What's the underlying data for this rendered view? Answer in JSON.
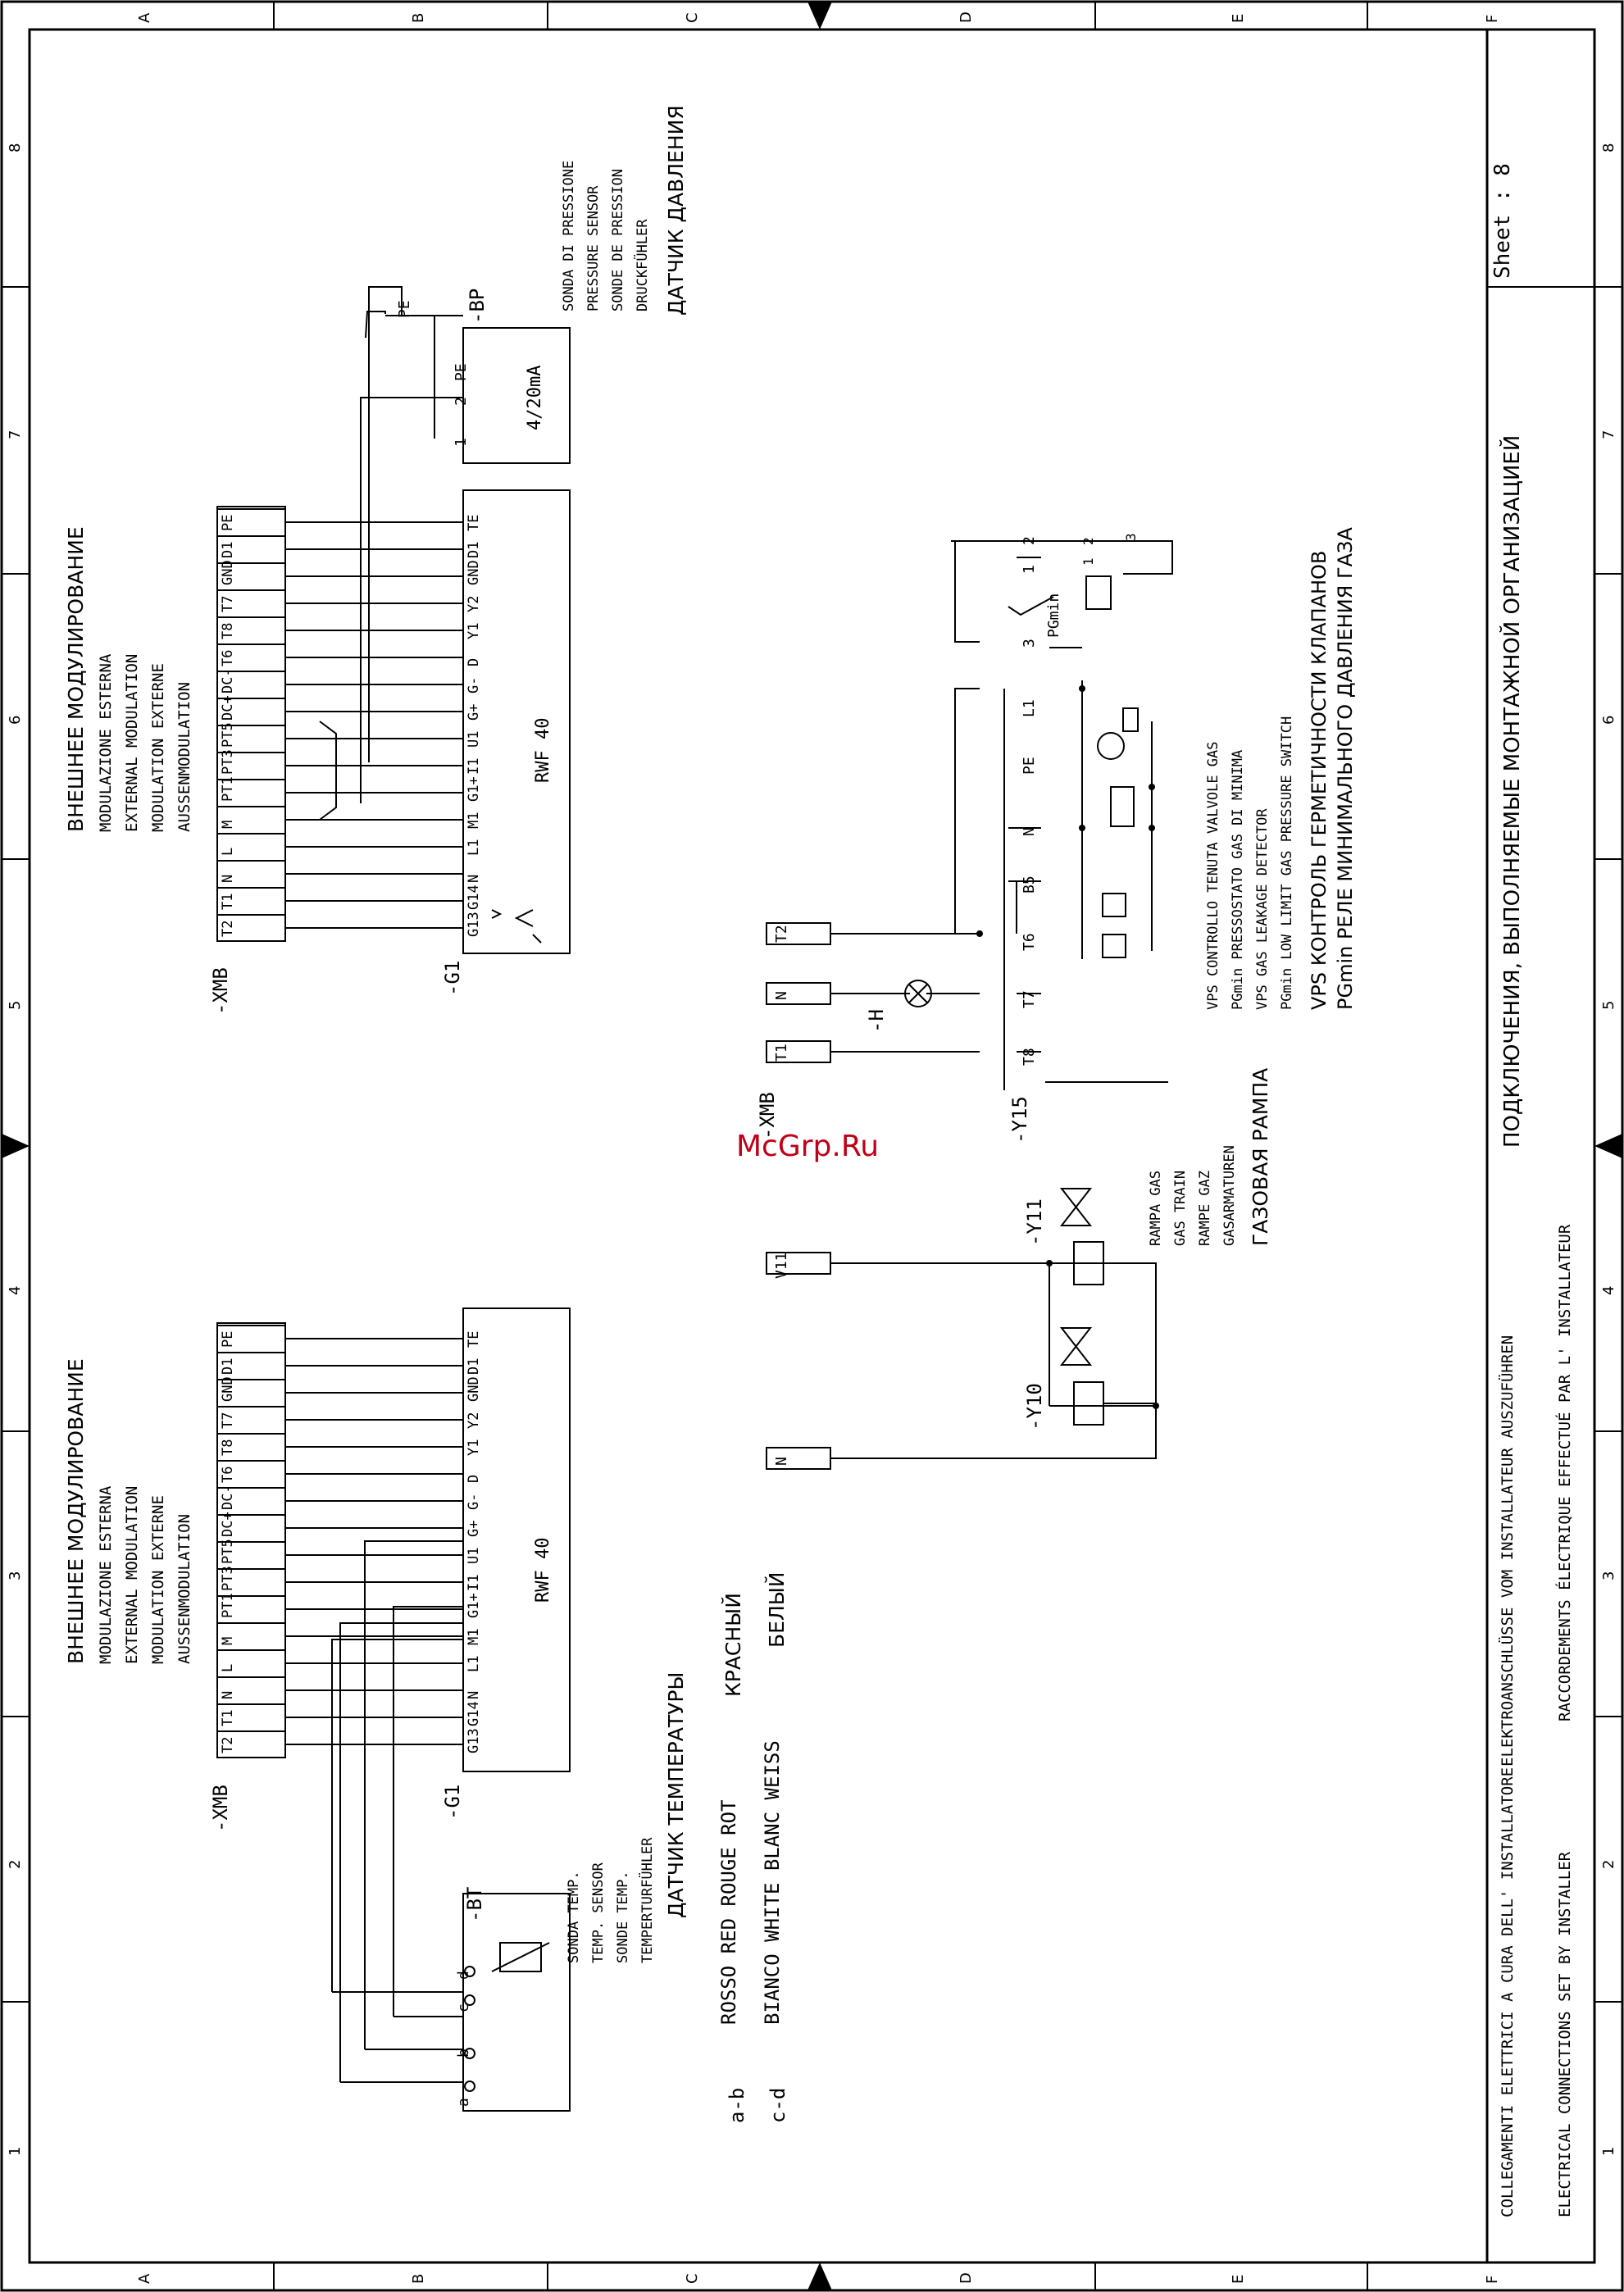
{
  "frame": {
    "col_letters": [
      "A",
      "B",
      "C",
      "D",
      "E",
      "F"
    ],
    "row_numbers": [
      "1",
      "2",
      "3",
      "4",
      "5",
      "6",
      "7",
      "8"
    ]
  },
  "title_block": {
    "sheet": "Sheet  :  8",
    "title_ru": "ПОДКЛЮЧЕНИЯ, ВЫПОЛНЯЕМЫЕ МОНТАЖНОЙ ОРГАНИЗАЦИЕЙ",
    "it": "COLLEGAMENTI ELETTRICI A CURA DELL' INSTALLATORE",
    "en": "ELECTRICAL CONNECTIONS SET BY INSTALLER",
    "de": "ELEKTROANSCHLÜSSE VOM INSTALLATEUR AUSZUFÜHREN",
    "fr": "RACCORDEMENTS ÉLECTRIQUE EFFECTUÉ PAR L' INSTALLATEUR"
  },
  "watermark": "McGrp.Ru",
  "modulation": {
    "title_ru": "ВНЕШНЕЕ МОДУЛИРОВАНИЕ",
    "lines": [
      "MODULAZIONE ESTERNA",
      "EXTERNAL MODULATION",
      "MODULATION EXTERNE",
      "AUSSENMODULATION"
    ],
    "terminal_ref": "-XMB",
    "controller_ref": "-G1",
    "controller_name": "RWF 40",
    "terminals": [
      "T2",
      "T1",
      "N",
      "L",
      "M",
      "PT1",
      "PT3",
      "PT5",
      "DC+",
      "DC-",
      "T6",
      "T8",
      "T7",
      "GND",
      "D1",
      "PE"
    ],
    "controller_terminals": [
      "G13",
      "G14",
      "N",
      "L1",
      "M1",
      "G1+",
      "I1",
      "U1",
      "G+",
      "G-",
      "D",
      "Y1",
      "Y2",
      "GND",
      "D1",
      "TE"
    ]
  },
  "pressure_sensor": {
    "ref": "-BP",
    "pe_label": "PE",
    "range": "4/20mA",
    "pins": [
      "1",
      "2",
      "PE"
    ],
    "lines": [
      "SONDA DI PRESSIONE",
      "PRESSURE SENSOR",
      "SONDE DE PRESSION",
      "DRUCKFÜHLER"
    ],
    "title_ru": "ДАТЧИК ДАВЛЕНИЯ"
  },
  "temp_sensor": {
    "ref": "-BT",
    "pins": [
      "a",
      "b",
      "c",
      "d"
    ],
    "lines": [
      "SONDA TEMP.",
      "TEMP. SENSOR",
      "SONDE TEMP.",
      "TEMPERTURFÜHLER"
    ],
    "title_ru": "ДАТЧИК ТЕМПЕРАТУРЫ",
    "color_ab_key": "a-b",
    "color_cd_key": "c-d",
    "color_ab": "ROSSO RED ROUGE ROT",
    "color_ab_ru": "КРАСНЫЙ",
    "color_cd": "BIANCO WHITE BLANC WEISS",
    "color_cd_ru": "БЕЛЫЙ"
  },
  "gas_train": {
    "valve1": "-Y10",
    "valve2": "-Y11",
    "terminal_n": "N",
    "terminal_v": "V11",
    "lines": [
      "RAMPA GAS",
      "GAS TRAIN",
      "RAMPE GAZ",
      "GASARMATUREN"
    ],
    "title_ru": "ГАЗОВАЯ РАМПА"
  },
  "vps": {
    "terminal_ref": "-XMB",
    "xmb_terminals": [
      "T1",
      "N",
      "T2"
    ],
    "lamp_ref": "-H",
    "device_ref": "-Y15",
    "pins": [
      "T8",
      "T7",
      "T6",
      "B5",
      "N",
      "PE",
      "L1"
    ],
    "pgmin_pins": [
      "3",
      "1",
      "2"
    ],
    "pgmin_label": "PGmin",
    "pgmin_contacts": [
      "1",
      "2",
      "3"
    ],
    "lines": [
      "VPS CONTROLLO TENUTA VALVOLE GAS",
      "PGmin PRESSOSTATO GAS DI MINIMA",
      "VPS GAS LEAKAGE DETECTOR",
      "PGmin LOW LIMIT GAS PRESSURE SWITCH"
    ],
    "ru1": "VPS КОНТРОЛЬ ГЕРМЕТИЧНОСТИ КЛАПАНОВ",
    "ru2": "PGmin РЕЛЕ МИНИМАЛЬНОГО ДАВЛЕНИЯ ГАЗА"
  }
}
